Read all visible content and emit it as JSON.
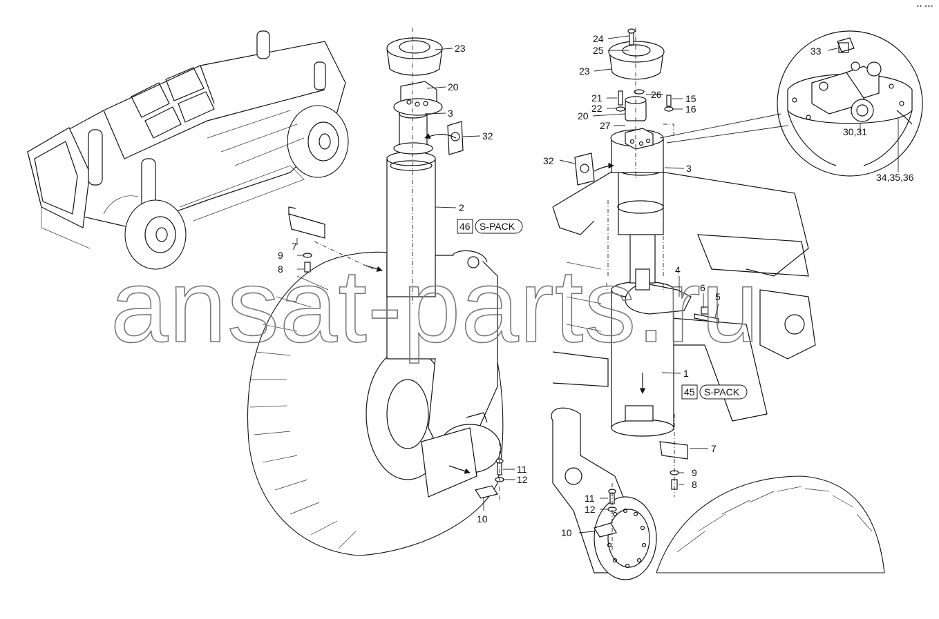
{
  "watermark": "ansat-parts.ru",
  "corner_mark": "•• •••",
  "packs": [
    {
      "number": "46",
      "label": "S-PACK"
    },
    {
      "number": "45",
      "label": "S-PACK"
    }
  ],
  "callouts": {
    "left_23": "23",
    "left_20": "20",
    "left_3": "3",
    "left_32": "32",
    "left_2": "2",
    "left_7": "7",
    "left_9": "9",
    "left_8": "8",
    "left_11": "11",
    "left_12": "12",
    "left_10": "10",
    "r_24": "24",
    "r_25": "25",
    "r_23": "23",
    "r_21": "21",
    "r_22": "22",
    "r_20": "20",
    "r_26": "26",
    "r_15": "15",
    "r_16": "16",
    "r_27": "27",
    "r_32": "32",
    "r_3": "3",
    "r_4": "4",
    "r_6": "6",
    "r_5": "5",
    "r_1": "1",
    "r_7": "7",
    "r_9": "9",
    "r_8": "8",
    "r_11": "11",
    "r_12": "12",
    "r_10": "10",
    "d_33": "33",
    "d_30": "30,31",
    "d_34": "34,35,36"
  }
}
